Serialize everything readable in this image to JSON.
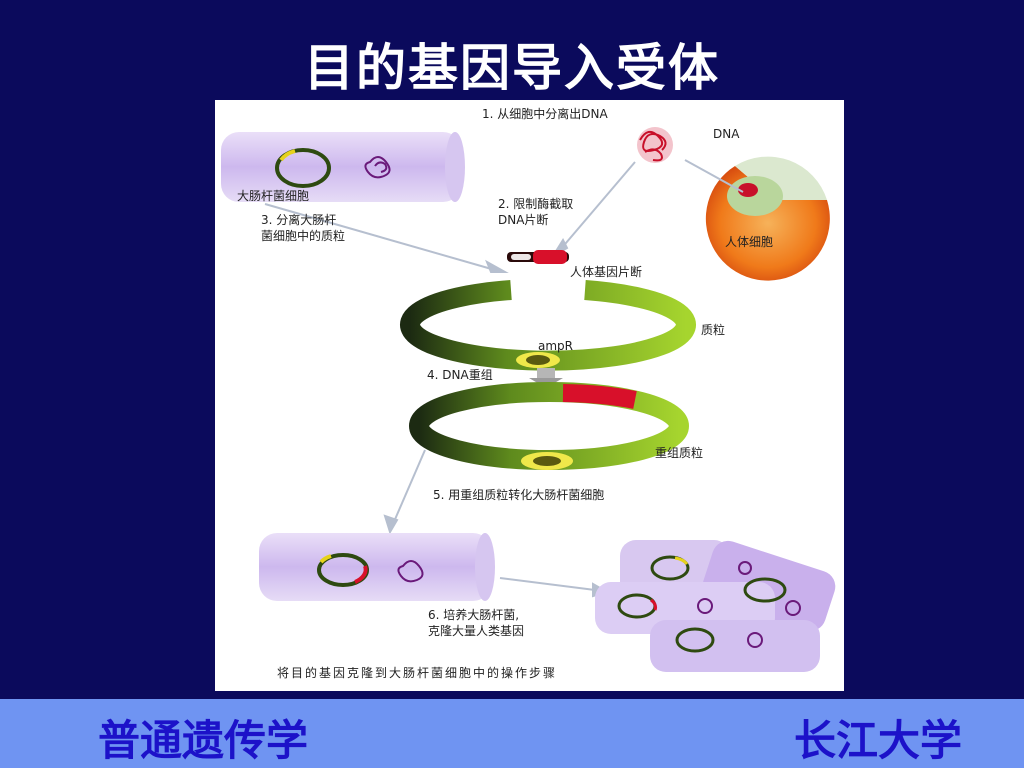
{
  "slide": {
    "title": "目的基因导入受体"
  },
  "figure": {
    "step1": "1. 从细胞中分离出DNA",
    "dna": "DNA",
    "human_cell": "人体细胞",
    "ecoli": "大肠杆菌细胞",
    "step2_line1": "2. 限制酶截取",
    "step2_line2": "DNA片断",
    "step3_line1": "3. 分离大肠杆",
    "step3_line2": "菌细胞中的质粒",
    "gene_fragment": "人体基因片断",
    "plasmid": "质粒",
    "ampR": "ampR",
    "step4": "4. DNA重组",
    "recombinant_plasmid": "重组质粒",
    "step5": "5. 用重组质粒转化大肠杆菌细胞",
    "step6_line1": "6. 培养大肠杆菌,",
    "step6_line2": "克隆大量人类基因",
    "caption": "将目的基因克隆到大肠杆菌细胞中的操作步骤"
  },
  "footer": {
    "left": "普通遗传学",
    "right": "长江大学"
  },
  "colors": {
    "background": "#0b0a5c",
    "footer_bar": "#6f94f2",
    "footer_text": "#1c12c9",
    "plasmid_green": "#8fc21f",
    "gene_red": "#d8102a",
    "cell_violet": "#d8c8f0"
  }
}
